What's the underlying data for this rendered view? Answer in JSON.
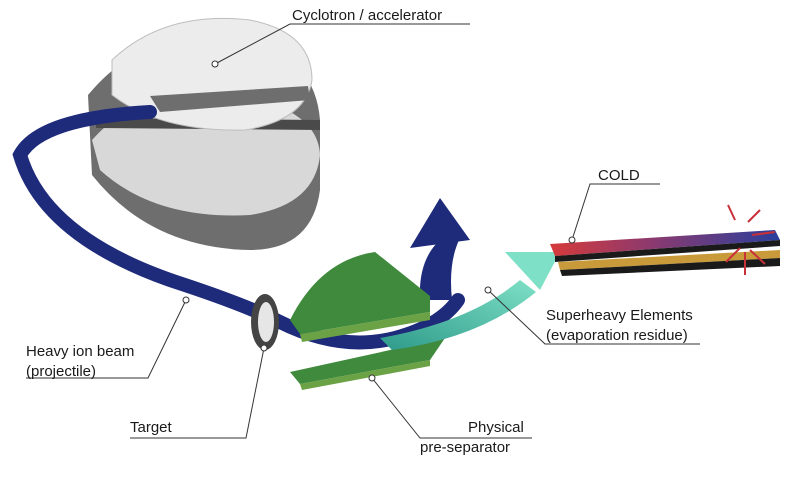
{
  "labels": {
    "cyclotron": "Cyclotron / accelerator",
    "cold": "COLD",
    "beam_line1": "Heavy ion beam",
    "beam_line2": "(projectile)",
    "sheavy_line1": "Superheavy Elements",
    "sheavy_line2": "(evaporation residue)",
    "target": "Target",
    "separator_line1": "Physical",
    "separator_line2": "pre-separator"
  },
  "colors": {
    "beam": "#1e2a7a",
    "cyclotron_top": "#e6e6e6",
    "cyclotron_side": "#6e6e6e",
    "separator_top": "#3f8a3c",
    "separator_side": "#6aa245",
    "residue": "#5bc9b0",
    "detector_hot": "#d63a3a",
    "detector_cold": "#2a3f9c",
    "detector_gold": "#c89a3a",
    "spark": "#c8303a"
  }
}
